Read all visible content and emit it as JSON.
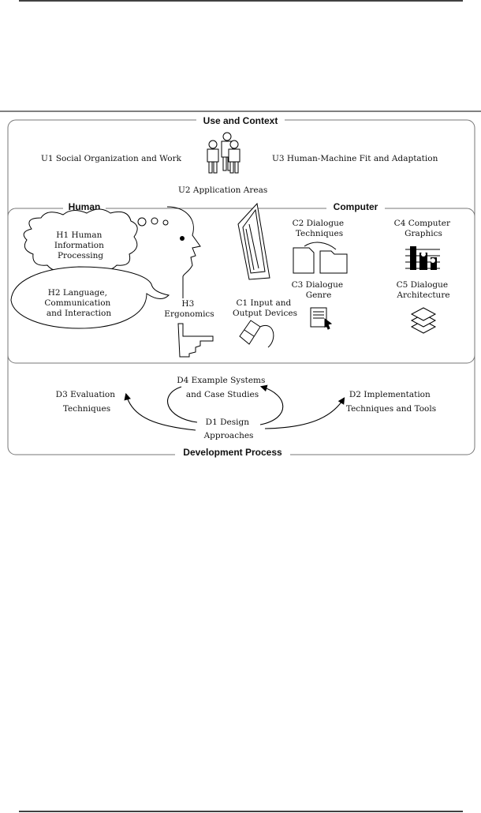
{
  "sections": {
    "use_and_context": "Use and Context",
    "human": "Human",
    "computer": "Computer",
    "development_process": "Development Process"
  },
  "use_context": {
    "u1": "U1 Social Organization and Work",
    "u2": "U2 Application Areas",
    "u3": "U3 Human-Machine Fit and Adaptation"
  },
  "human": {
    "h1": [
      "H1 Human",
      "Information",
      "Processing"
    ],
    "h2": [
      "H2 Language,",
      "Communication",
      "and Interaction"
    ],
    "h3": [
      "H3",
      "Ergonomics"
    ]
  },
  "computer": {
    "c1": [
      "C1 Input and",
      "Output Devices"
    ],
    "c2": [
      "C2 Dialogue",
      "Techniques"
    ],
    "c3": [
      "C3 Dialogue",
      "Genre"
    ],
    "c4": [
      "C4 Computer",
      "Graphics"
    ],
    "c5": [
      "C5 Dialogue",
      "Architecture"
    ]
  },
  "development": {
    "d1": [
      "D1 Design",
      "Approaches"
    ],
    "d2": [
      "D2 Implementation",
      "Techniques and Tools"
    ],
    "d3": [
      "D3 Evaluation",
      "Techniques"
    ],
    "d4": [
      "D4 Example Systems",
      "and Case Studies"
    ]
  }
}
